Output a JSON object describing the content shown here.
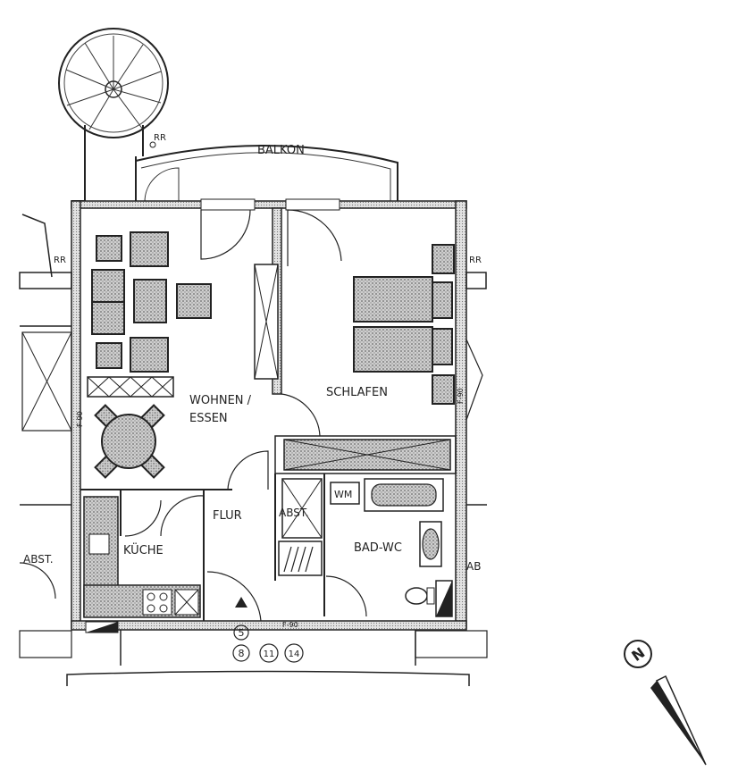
{
  "rooms": {
    "balkon": "BALKON",
    "wohnen_line1": "WOHNEN /",
    "wohnen_line2": "ESSEN",
    "schlafen": "SCHLAFEN",
    "flur": "FLUR",
    "abst": "ABST.",
    "kueche": "KÜCHE",
    "bad_wc": "BAD-WC",
    "wm": "WM"
  },
  "neighbour_labels": {
    "rr_left": "RR",
    "rr_right": "RR",
    "rr_top": "RR",
    "abst_left": "ABST.",
    "abst_right": "AB"
  },
  "wall_notes": {
    "f90_left": "F-90",
    "f90_right": "F-90",
    "f90_bottom": "F-90"
  },
  "unit_markers": [
    "5",
    "8",
    "11",
    "14"
  ],
  "compass": {
    "letter": "N",
    "icon": "north-arrow-icon"
  }
}
